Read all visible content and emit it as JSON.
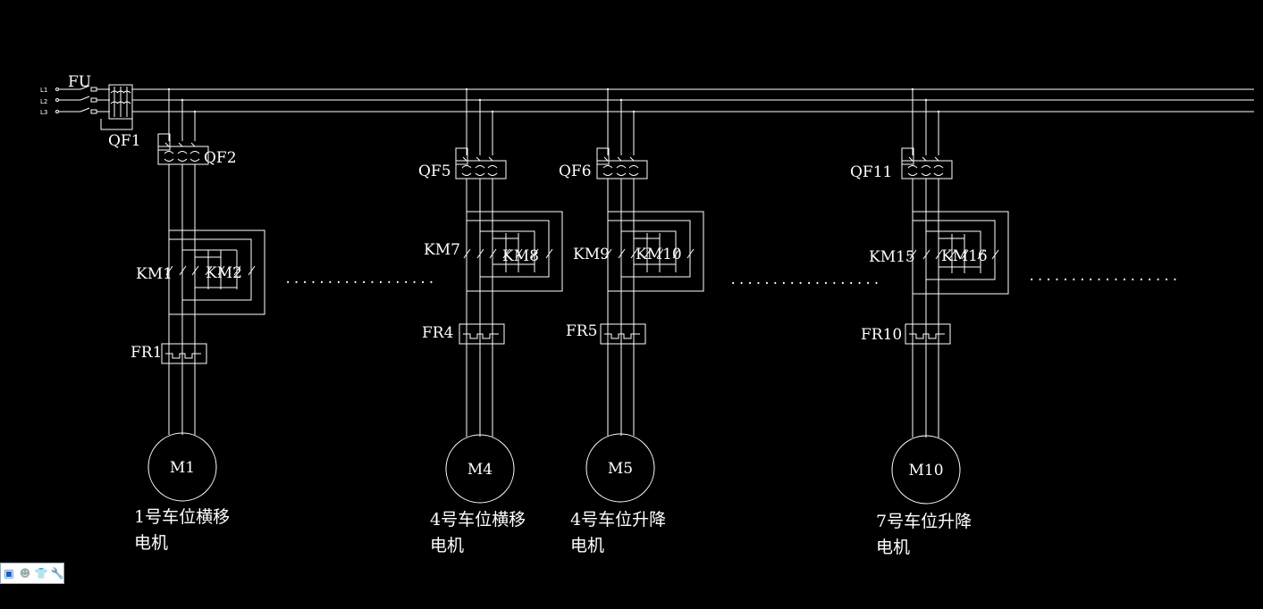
{
  "supply": {
    "phases": [
      "L1",
      "L2",
      "L3"
    ],
    "fuse_label": "FU",
    "main_breaker_label": "QF1"
  },
  "branches": [
    {
      "breaker": "QF2",
      "contactor_fwd": "KM1",
      "contactor_rev": "KM2",
      "relay": "FR1",
      "motor": "M1",
      "caption_line1": "1号车位横移",
      "caption_line2": "电机"
    },
    {
      "breaker": "QF5",
      "contactor_fwd": "KM7",
      "contactor_rev": "KM8",
      "relay": "FR4",
      "motor": "M4",
      "caption_line1": "4号车位横移",
      "caption_line2": "电机"
    },
    {
      "breaker": "QF6",
      "contactor_fwd": "KM9",
      "contactor_rev": "KM10",
      "relay": "FR5",
      "motor": "M5",
      "caption_line1": "4号车位升降",
      "caption_line2": "电机"
    },
    {
      "breaker": "QF11",
      "contactor_fwd": "KM15",
      "contactor_rev": "KM16",
      "relay": "FR10",
      "motor": "M10",
      "caption_line1": "7号车位升降",
      "caption_line2": "电机"
    }
  ],
  "continuation_dots": "..................",
  "toolbar": {
    "icons": [
      "window-icon",
      "user-icon",
      "shirt-icon",
      "wrench-icon"
    ]
  },
  "colors": {
    "background": "#000000",
    "line": "#ffffff"
  }
}
